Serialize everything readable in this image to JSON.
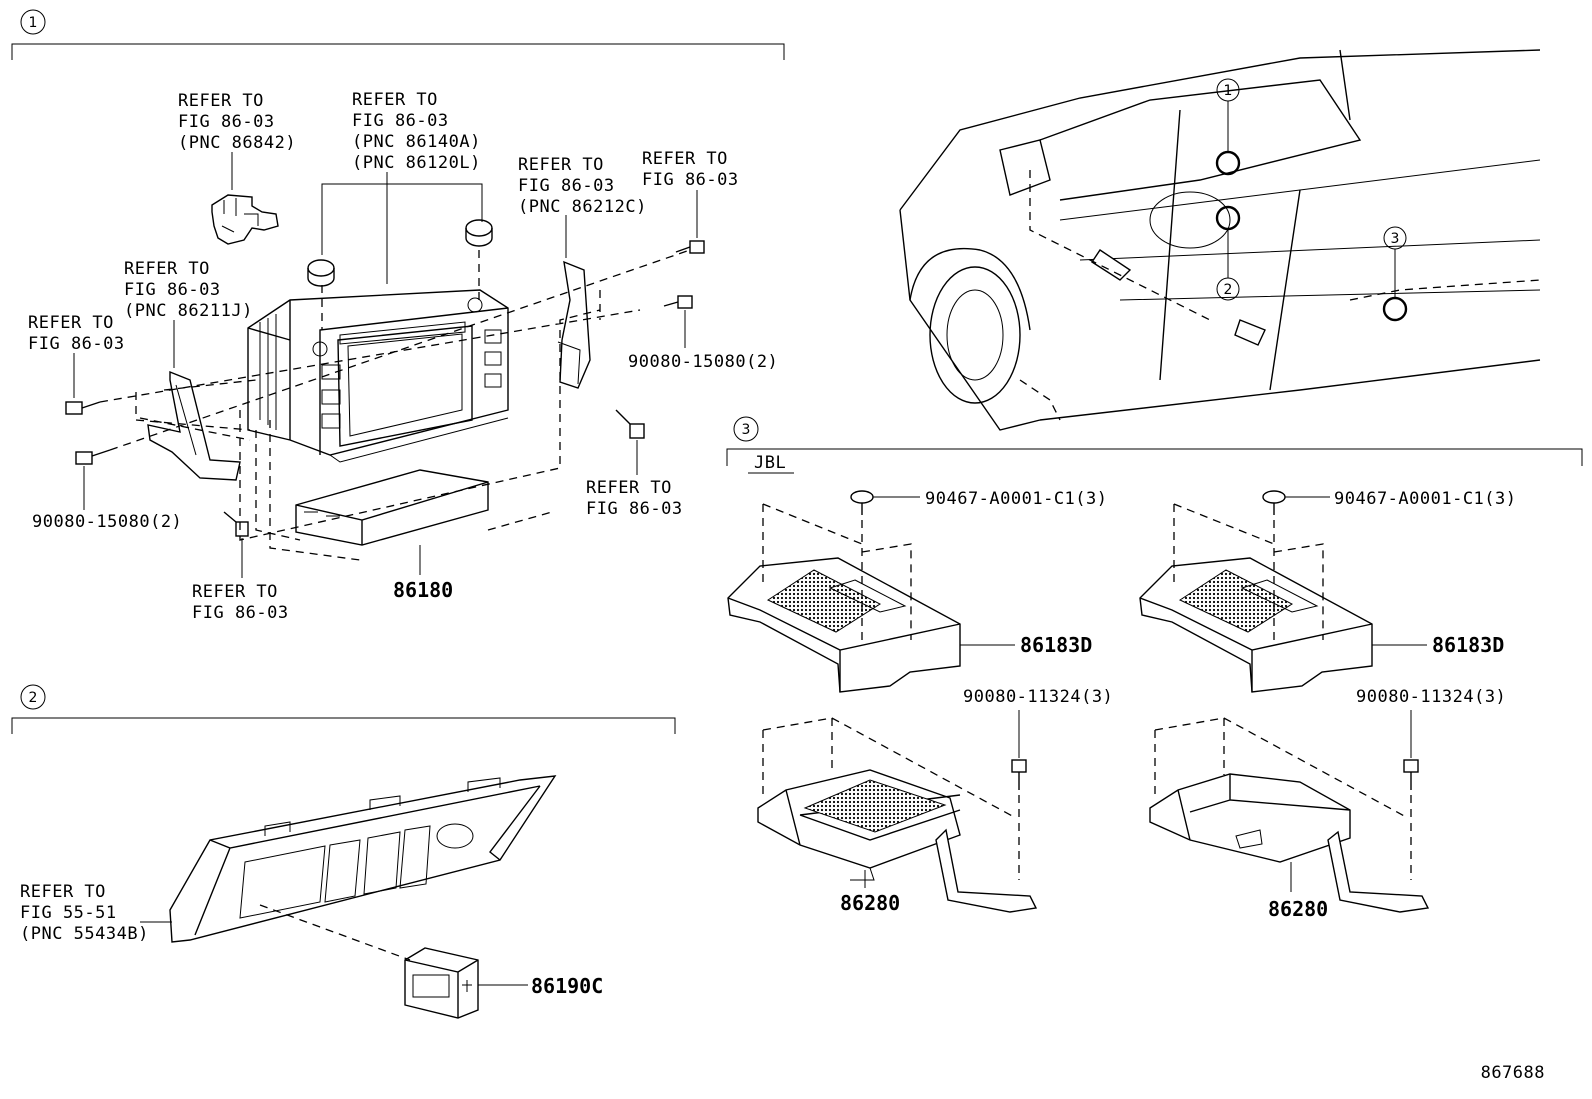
{
  "sections": {
    "one": {
      "number": "1"
    },
    "two": {
      "number": "2"
    },
    "three": {
      "number": "3",
      "variant_label": "JBL"
    }
  },
  "vehicle_callouts": [
    "1",
    "2",
    "3"
  ],
  "labels": {
    "refer_86842": [
      "REFER TO",
      "FIG 86-03",
      "(PNC 86842)"
    ],
    "refer_86140": [
      "REFER TO",
      "FIG 86-03",
      "(PNC 86140A)",
      "(PNC 86120L)"
    ],
    "refer_86212": [
      "REFER TO",
      "FIG 86-03",
      "(PNC 86212C)"
    ],
    "refer_top_right": [
      "REFER TO",
      "FIG 86-03"
    ],
    "refer_86211": [
      "REFER TO",
      "FIG 86-03",
      "(PNC 86211J)"
    ],
    "refer_left": [
      "REFER TO",
      "FIG 86-03"
    ],
    "bolt_left": "90080-15080(2)",
    "bolt_right": "90080-15080(2)",
    "refer_bottom": [
      "REFER TO",
      "FIG 86-03"
    ],
    "refer_right_mid": [
      "REFER TO",
      "FIG 86-03"
    ],
    "refer_55434": [
      "REFER TO",
      "FIG 55-51",
      "(PNC 55434B)"
    ],
    "clip_a": "90467-A0001-C1(3)",
    "clip_b": "90467-A0001-C1(3)",
    "screw_a": "90080-11324(3)",
    "screw_b": "90080-11324(3)"
  },
  "parts": {
    "receiver": "86180",
    "usb_jack": "86190C",
    "cover_a": "86183D",
    "cover_b": "86183D",
    "amp_a": "86280",
    "amp_b": "86280"
  },
  "figure_number": "867688"
}
